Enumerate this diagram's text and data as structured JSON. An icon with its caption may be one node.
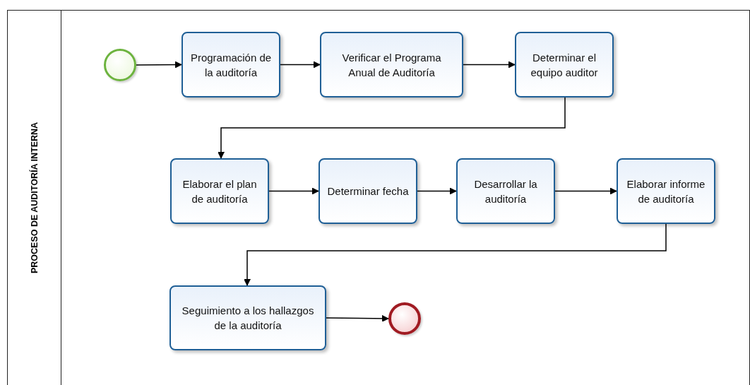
{
  "diagram": {
    "nodes": [
      {
        "text": [
          "PROCESO DE AUDITORÍA INTERNA"
        ]
      },
      {
        "text": [],
        "shape": "circle",
        "in": 0
      },
      {
        "text": [
          "Programación de la auditoría"
        ],
        "in": 0
      },
      {
        "text": [
          "Verificar el Programa Anual de Auditoría"
        ],
        "in": 0
      },
      {
        "text": [
          "Determinar el equipo auditor"
        ],
        "in": 0
      },
      {
        "text": [
          "Elaborar el plan de auditoría"
        ],
        "in": 0
      },
      {
        "text": [
          "Determinar fecha"
        ],
        "in": 0
      },
      {
        "text": [
          "Desarrollar la auditoría"
        ],
        "in": 0
      },
      {
        "text": [
          "Elaborar informe de auditoría"
        ],
        "in": 0
      },
      {
        "text": [
          "Seguimiento a los hallazgos de la auditoría"
        ],
        "in": 0
      },
      {
        "text": [],
        "shape": "circle",
        "in": 0
      }
    ],
    "edges": [
      {
        "from": 1,
        "to": 2,
        "arrow": "to"
      },
      {
        "from": 2,
        "to": 3,
        "arrow": "to"
      },
      {
        "from": 3,
        "to": 4,
        "arrow": "to"
      },
      {
        "from": 4,
        "to": 5,
        "arrow": "to"
      },
      {
        "from": 5,
        "to": 6,
        "arrow": "to"
      },
      {
        "from": 6,
        "to": 7,
        "arrow": "to"
      },
      {
        "from": 7,
        "to": 8,
        "arrow": "to"
      },
      {
        "from": 8,
        "to": 9,
        "arrow": "to"
      },
      {
        "from": 9,
        "to": 10,
        "arrow": "to"
      }
    ]
  }
}
